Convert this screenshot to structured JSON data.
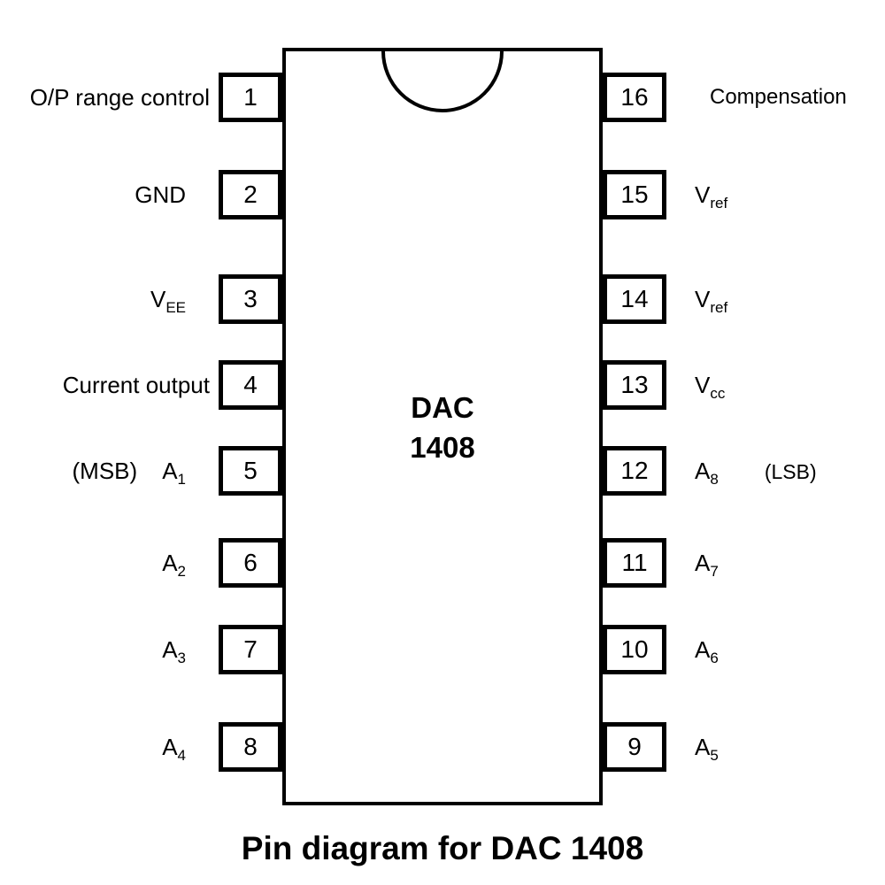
{
  "title": "Pin diagram for DAC 1408",
  "chip": {
    "name_line1": "DAC",
    "name_line2": "1408"
  },
  "colors": {
    "ink": "#000000",
    "background": "#ffffff"
  },
  "pins": {
    "left": [
      {
        "num": "1",
        "base": "O/P range control"
      },
      {
        "num": "2",
        "base": "GND"
      },
      {
        "num": "3",
        "base": "V",
        "sub": "EE"
      },
      {
        "num": "4",
        "base": "Current output"
      },
      {
        "num": "5",
        "prefix": "(MSB)",
        "base": "A",
        "sub": "1"
      },
      {
        "num": "6",
        "base": "A",
        "sub": "2"
      },
      {
        "num": "7",
        "base": "A",
        "sub": "3"
      },
      {
        "num": "8",
        "base": "A",
        "sub": "4"
      }
    ],
    "right": [
      {
        "num": "16",
        "base": "Compensation"
      },
      {
        "num": "15",
        "base": "V",
        "sub": "ref"
      },
      {
        "num": "14",
        "base": "V",
        "sub": "ref"
      },
      {
        "num": "13",
        "base": "V",
        "sub": "cc"
      },
      {
        "num": "12",
        "base": "A",
        "sub": "8",
        "suffix": "(LSB)"
      },
      {
        "num": "11",
        "base": "A",
        "sub": "7"
      },
      {
        "num": "10",
        "base": "A",
        "sub": "6"
      },
      {
        "num": "9",
        "base": "A",
        "sub": "5"
      }
    ]
  }
}
